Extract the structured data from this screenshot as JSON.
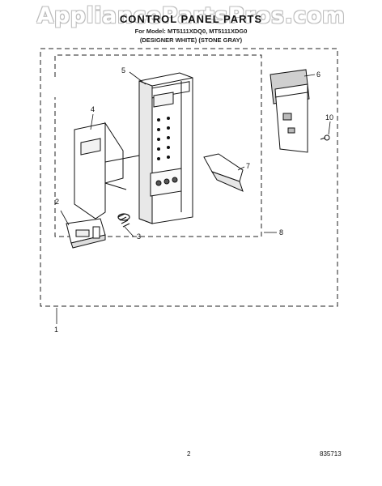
{
  "watermark": "AppliancePartsPros.com",
  "title": "CONTROL PANEL PARTS",
  "model_line": "For Model: MT5111XDQ0, MT5111XDG0",
  "variant_line": "(DESIGNER WHITE) (STONE GRAY)",
  "callouts": [
    "1",
    "2",
    "3",
    "4",
    "5",
    "6",
    "7",
    "8",
    "10"
  ],
  "page_number": "2",
  "doc_number": "835713"
}
